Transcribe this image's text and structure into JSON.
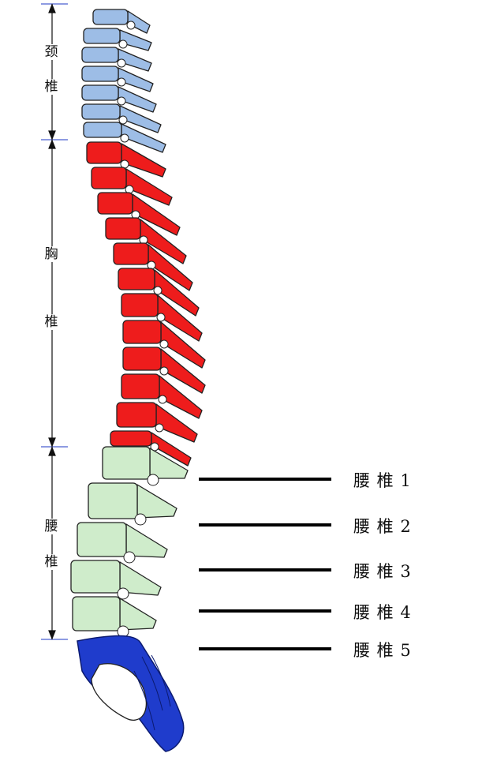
{
  "regions": [
    {
      "key": "cervical",
      "chars": [
        "颈",
        "椎"
      ],
      "color": "#9dbde6"
    },
    {
      "key": "thoracic",
      "chars": [
        "胸",
        "椎"
      ],
      "color": "#ee1c1c"
    },
    {
      "key": "lumbar",
      "chars": [
        "腰",
        "椎"
      ],
      "color": "#cfeccb"
    }
  ],
  "sacrum_color": "#1f3ccc",
  "bone_outline_color": "#222222",
  "lumbar_labels": [
    "腰 椎 1",
    "腰 椎 2",
    "腰 椎 3",
    "腰 椎 4",
    "腰 椎 5"
  ]
}
